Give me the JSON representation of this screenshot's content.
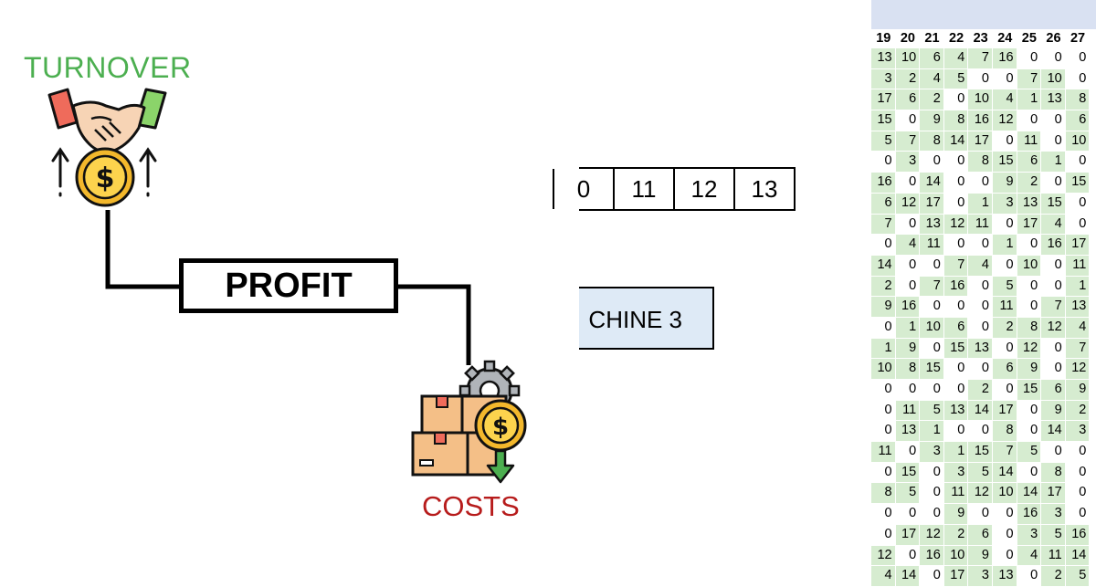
{
  "labels": {
    "turnover": "TURNOVER",
    "profit": "PROFIT",
    "costs": "COSTS"
  },
  "icons": {
    "turnover": "handshake-coin-arrows-up-icon",
    "costs": "boxes-gear-coin-arrow-down-icon"
  },
  "colors": {
    "turnover": "#4caf50",
    "costs": "#b71c1c",
    "sheet_positive_fill": "#d6ecd0",
    "machine_fill": "#deeaf6"
  },
  "number_strip": [
    "0",
    "11",
    "12",
    "13"
  ],
  "machine_label": "CHINE 3",
  "sheet": {
    "headers": [
      "19",
      "20",
      "21",
      "22",
      "23",
      "24",
      "25",
      "26",
      "27"
    ],
    "rows": [
      [
        13,
        10,
        6,
        4,
        7,
        16,
        0,
        0,
        0
      ],
      [
        3,
        2,
        4,
        5,
        0,
        0,
        7,
        10,
        0
      ],
      [
        17,
        6,
        2,
        0,
        10,
        4,
        1,
        13,
        8
      ],
      [
        15,
        0,
        9,
        8,
        16,
        12,
        0,
        0,
        6
      ],
      [
        5,
        7,
        8,
        14,
        17,
        0,
        11,
        0,
        10
      ],
      [
        0,
        3,
        0,
        0,
        8,
        15,
        6,
        1,
        0
      ],
      [
        16,
        0,
        14,
        0,
        0,
        9,
        2,
        0,
        15
      ],
      [
        6,
        12,
        17,
        0,
        1,
        3,
        13,
        15,
        0
      ],
      [
        7,
        0,
        13,
        12,
        11,
        0,
        17,
        4,
        0
      ],
      [
        0,
        4,
        11,
        0,
        0,
        1,
        0,
        16,
        17
      ],
      [
        14,
        0,
        0,
        7,
        4,
        0,
        10,
        0,
        11
      ],
      [
        2,
        0,
        7,
        16,
        0,
        5,
        0,
        0,
        1
      ],
      [
        9,
        16,
        0,
        0,
        0,
        11,
        0,
        7,
        13
      ],
      [
        0,
        1,
        10,
        6,
        0,
        2,
        8,
        12,
        4
      ],
      [
        1,
        9,
        0,
        15,
        13,
        0,
        12,
        0,
        7
      ],
      [
        10,
        8,
        15,
        0,
        0,
        6,
        9,
        0,
        12
      ],
      [
        0,
        0,
        0,
        0,
        2,
        0,
        15,
        6,
        9
      ],
      [
        0,
        11,
        5,
        13,
        14,
        17,
        0,
        9,
        2
      ],
      [
        0,
        13,
        1,
        0,
        0,
        8,
        0,
        14,
        3
      ],
      [
        11,
        0,
        3,
        1,
        15,
        7,
        5,
        0,
        0
      ],
      [
        0,
        15,
        0,
        3,
        5,
        14,
        0,
        8,
        0
      ],
      [
        8,
        5,
        0,
        11,
        12,
        10,
        14,
        17,
        0
      ],
      [
        0,
        0,
        0,
        9,
        0,
        0,
        16,
        3,
        0
      ],
      [
        0,
        17,
        12,
        2,
        6,
        0,
        3,
        5,
        16
      ],
      [
        12,
        0,
        16,
        10,
        9,
        0,
        4,
        11,
        14
      ],
      [
        4,
        14,
        0,
        17,
        3,
        13,
        0,
        2,
        5
      ]
    ]
  }
}
